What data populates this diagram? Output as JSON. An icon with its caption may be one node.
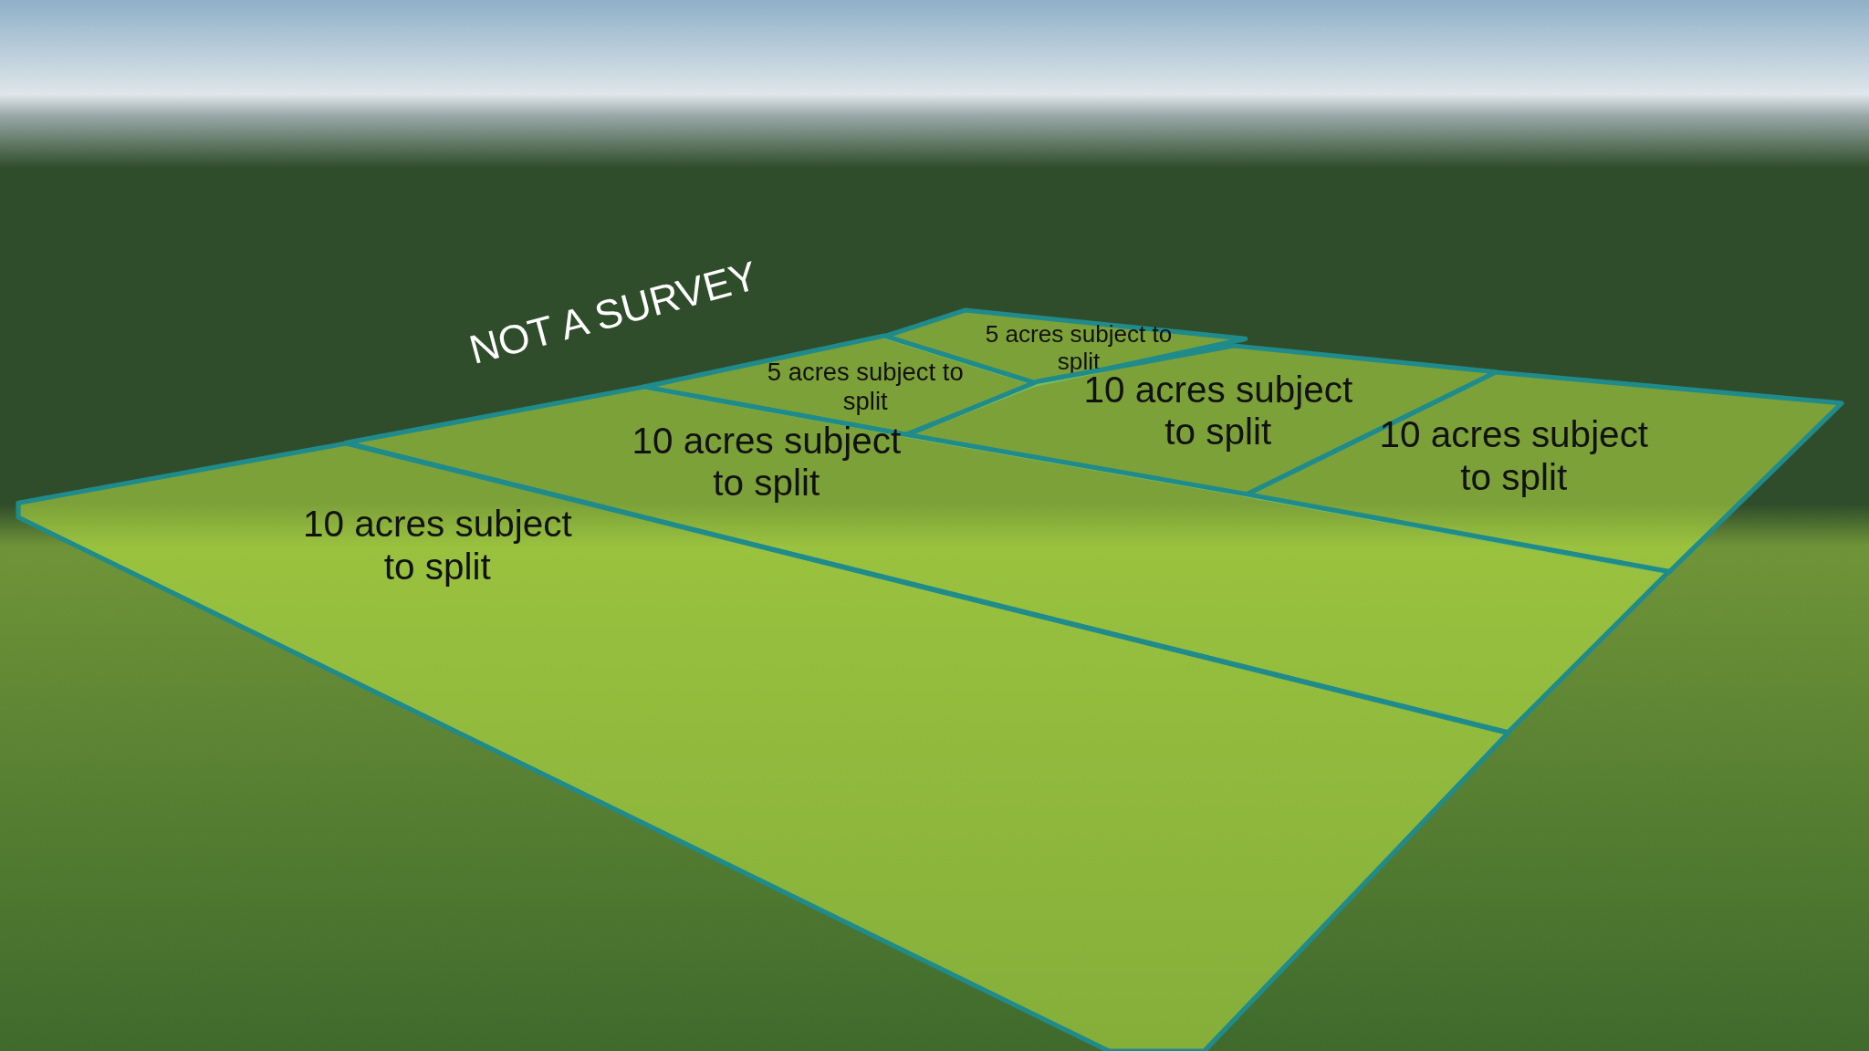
{
  "diagram": {
    "nodes": [
      {
        "text": [
          "5 acres subject to split"
        ]
      },
      {
        "text": [
          "5 acres subject to split"
        ]
      },
      {
        "text": [
          "10 acres subject to split"
        ]
      },
      {
        "text": [
          "10 acres subject to split"
        ]
      },
      {
        "text": [
          "10 acres subject to split"
        ]
      },
      {
        "text": [
          "10 acres subject to split"
        ]
      }
    ],
    "labels": [
      "NOT A SURVEY"
    ]
  }
}
